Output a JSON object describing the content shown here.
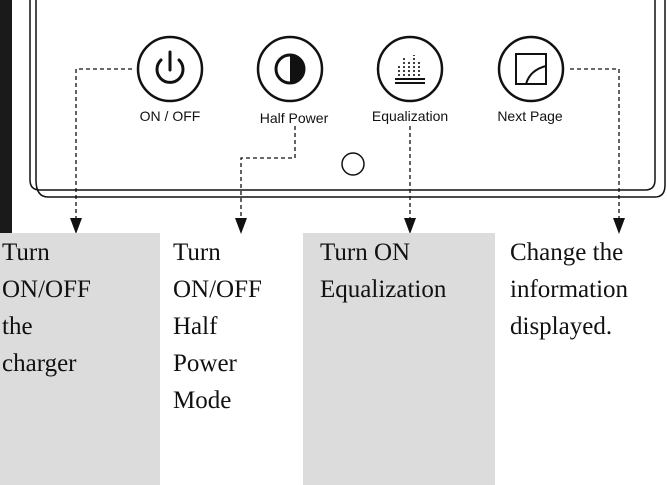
{
  "panel": {
    "buttons": [
      {
        "id": "on-off",
        "label": "ON / OFF",
        "icon": "power-icon"
      },
      {
        "id": "half-power",
        "label": "Half Power",
        "icon": "half-circle-icon"
      },
      {
        "id": "equalization",
        "label": "Equalization",
        "icon": "equalizer-icon"
      },
      {
        "id": "next-page",
        "label": "Next Page",
        "icon": "next-page-icon"
      }
    ],
    "indicator": "led-indicator-icon"
  },
  "descriptions": [
    {
      "lines": [
        "Turn",
        "ON/OFF",
        "the",
        "charger"
      ]
    },
    {
      "lines": [
        "Turn",
        "ON/OFF",
        "Half",
        "Power",
        "Mode"
      ]
    },
    {
      "lines": [
        "Turn ON",
        "Equalization"
      ]
    },
    {
      "lines": [
        "Change the",
        "information",
        "displayed."
      ]
    }
  ],
  "colors": {
    "shade": "#dcdcdc",
    "ink": "#111111",
    "leftEdge": "#1a1a1a"
  }
}
